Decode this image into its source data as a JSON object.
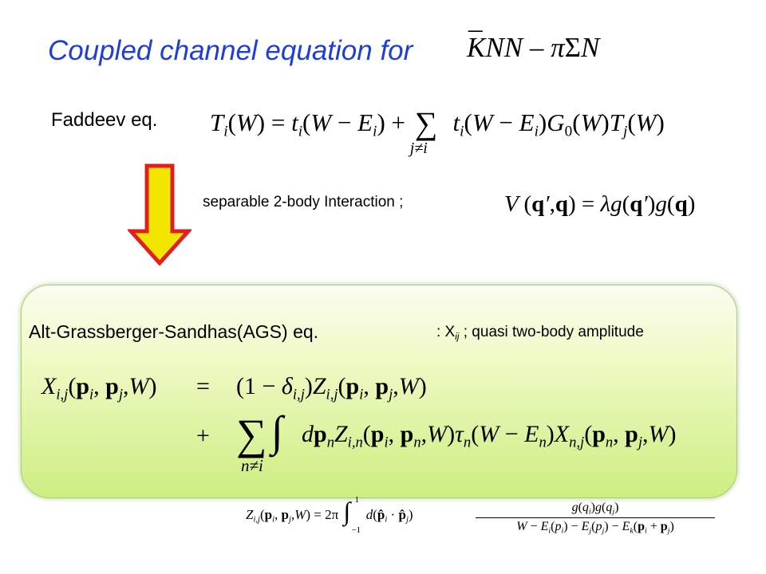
{
  "title": {
    "text": "Coupled channel equation for",
    "formula": "K̄NN – πΣN",
    "color": "#1f3ed6"
  },
  "faddeev": {
    "label": "Faddeev eq.",
    "equation": "T_i(W) = t_i(W − E_i) + Σ_{j≠i} t_i(W − E_i) G_0(W) T_j(W)"
  },
  "separable": {
    "label": "separable 2-body Interaction ;",
    "equation": "V(q′, q) = λ g(q′) g(q)"
  },
  "arrow_color": "#e02020",
  "ags": {
    "label": "Alt-Grassberger-Sandhas(AGS)  eq.",
    "note_symbol": ": X_ij",
    "note_text": "; quasi two-body amplitude",
    "row1_lhs": "X_{i,j}(p_i, p_j, W)",
    "row1_rhs": "(1 − δ_{i,j}) Z_{i,j}(p_i, p_j, W)",
    "row2_rhs": "d p_n Z_{i,n}(p_i, p_n, W) τ_n(W − E_n) X_{n,j}(p_n, p_j, W)",
    "box_color": "#cdee80"
  },
  "z_definition": {
    "lhs": "Z_{i,j}(p_i, p_j, W) = 2π ∫_{-1}^{1} d(p̂_i · p̂_j)",
    "numerator": "g(q_i) g(q_j)",
    "denominator": "W − E_i(p_i) − E_j(p_j) − E_k(p_i + p_j)"
  }
}
